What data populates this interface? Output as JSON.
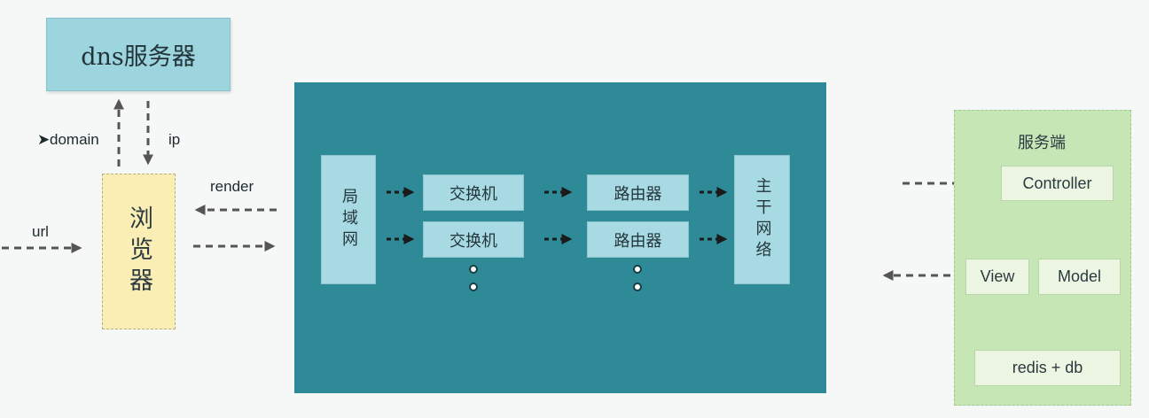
{
  "dns": {
    "title": "dns服务器"
  },
  "browser": {
    "title": "浏览器"
  },
  "labels": {
    "domain": "domain",
    "ip": "ip",
    "url": "url",
    "render": "render"
  },
  "network": {
    "lan": "局域网",
    "switch_1": "交换机",
    "switch_2": "交换机",
    "router_1": "路由器",
    "router_2": "路由器",
    "backbone": "主干网络"
  },
  "server": {
    "title": "服务端",
    "controller": "Controller",
    "view": "View",
    "model": "Model",
    "storage": "redis + db"
  },
  "colors": {
    "dns_fill": "#9dd5de",
    "browser_fill": "#fbeeb5",
    "network_fill": "#2f8a97",
    "network_cell_fill": "#a7dae3",
    "server_fill": "#c6e6b6",
    "arrow": "#555555"
  }
}
